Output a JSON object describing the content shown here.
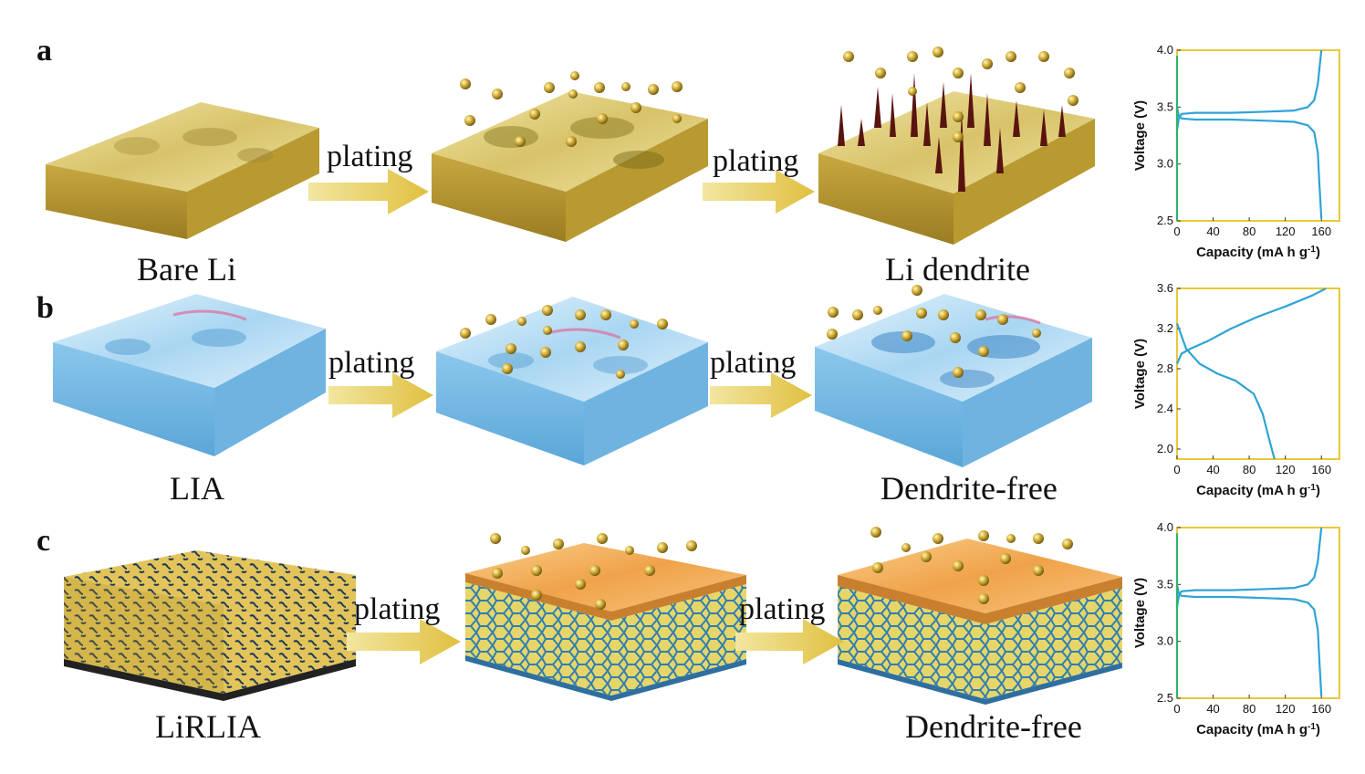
{
  "panels": [
    {
      "letter": "a",
      "arrow_labels": [
        "plating",
        "plating"
      ],
      "start_label": "Bare Li",
      "end_label": "Li dendrite"
    },
    {
      "letter": "b",
      "arrow_labels": [
        "plating",
        "plating"
      ],
      "start_label": "LIA",
      "end_label": "Dendrite-free"
    },
    {
      "letter": "c",
      "arrow_labels": [
        "plating",
        "plating"
      ],
      "start_label": "LiRLIA",
      "end_label": "Dendrite-free"
    }
  ],
  "colors": {
    "li_gold": "#d8c36a",
    "lia_blue": "#8fc6ea",
    "lirlia_orange": "#f0a24a",
    "sphere_gold": "#c9a227",
    "dendrite": "#5a1410",
    "arrow_gold": "#e3c84a",
    "curve_blue": "#2fa3d6",
    "curve_green": "#2db36a",
    "frame_yellow": "#e8c93a"
  },
  "chart_data": [
    {
      "type": "line",
      "xlabel": "Capacity (mA h g",
      "xlabel_sup": "-1",
      "xlabel_end": ")",
      "ylabel": "Voltage (V)",
      "xlim": [
        0,
        180
      ],
      "ylim": [
        2.5,
        4.0
      ],
      "xticks": [
        "0",
        "40",
        "80",
        "120",
        "160"
      ],
      "yticks": [
        "2.5",
        "3.0",
        "3.5",
        "4.0"
      ],
      "ytick_values": [
        2.5,
        3.0,
        3.5,
        4.0
      ],
      "series": [
        {
          "values_x": [
            0,
            2,
            5,
            20,
            60,
            100,
            130,
            145,
            152,
            156,
            158,
            160
          ],
          "values_y": [
            3.3,
            3.4,
            3.44,
            3.45,
            3.45,
            3.46,
            3.47,
            3.5,
            3.56,
            3.7,
            3.85,
            4.0
          ]
        },
        {
          "values_x": [
            0,
            2,
            5,
            20,
            60,
            100,
            130,
            145,
            152,
            156,
            158,
            160
          ],
          "values_y": [
            3.5,
            3.42,
            3.4,
            3.39,
            3.39,
            3.38,
            3.37,
            3.34,
            3.28,
            3.1,
            2.8,
            2.52
          ]
        },
        {
          "values_x": [
            0,
            0,
            0
          ],
          "values_y": [
            2.5,
            3.4,
            3.95
          ]
        }
      ]
    },
    {
      "type": "line",
      "xlabel": "Capacity (mA h g",
      "xlabel_sup": "-1",
      "xlabel_end": ")",
      "ylabel": "Voltage (V)",
      "xlim": [
        0,
        180
      ],
      "ylim": [
        1.9,
        3.6
      ],
      "xticks": [
        "0",
        "40",
        "80",
        "120",
        "160"
      ],
      "yticks": [
        "2.0",
        "2.4",
        "2.8",
        "3.2",
        "3.6"
      ],
      "ytick_values": [
        2.0,
        2.4,
        2.8,
        3.2,
        3.6
      ],
      "series": [
        {
          "values_x": [
            0,
            5,
            15,
            35,
            60,
            90,
            120,
            150,
            165
          ],
          "values_y": [
            2.85,
            2.95,
            3.0,
            3.08,
            3.2,
            3.32,
            3.42,
            3.53,
            3.6
          ]
        },
        {
          "values_x": [
            0,
            4,
            10,
            25,
            45,
            65,
            85,
            95,
            102,
            108
          ],
          "values_y": [
            3.25,
            3.15,
            3.0,
            2.85,
            2.75,
            2.68,
            2.55,
            2.35,
            2.1,
            1.9
          ]
        }
      ]
    },
    {
      "type": "line",
      "xlabel": "Capacity (mA h g",
      "xlabel_sup": "-1",
      "xlabel_end": ")",
      "ylabel": "Voltage (V)",
      "xlim": [
        0,
        180
      ],
      "ylim": [
        2.5,
        4.0
      ],
      "xticks": [
        "0",
        "40",
        "80",
        "120",
        "160"
      ],
      "yticks": [
        "2.5",
        "3.0",
        "3.5",
        "4.0"
      ],
      "ytick_values": [
        2.5,
        3.0,
        3.5,
        4.0
      ],
      "series": [
        {
          "values_x": [
            0,
            2,
            5,
            20,
            60,
            100,
            130,
            145,
            152,
            156,
            158,
            160
          ],
          "values_y": [
            3.3,
            3.4,
            3.44,
            3.45,
            3.45,
            3.46,
            3.47,
            3.5,
            3.56,
            3.7,
            3.85,
            4.0
          ]
        },
        {
          "values_x": [
            0,
            2,
            5,
            20,
            60,
            100,
            130,
            145,
            152,
            156,
            158,
            160
          ],
          "values_y": [
            3.5,
            3.42,
            3.4,
            3.39,
            3.39,
            3.38,
            3.37,
            3.34,
            3.28,
            3.1,
            2.8,
            2.52
          ]
        },
        {
          "values_x": [
            0,
            0,
            0
          ],
          "values_y": [
            2.5,
            3.4,
            3.95
          ]
        }
      ]
    }
  ]
}
